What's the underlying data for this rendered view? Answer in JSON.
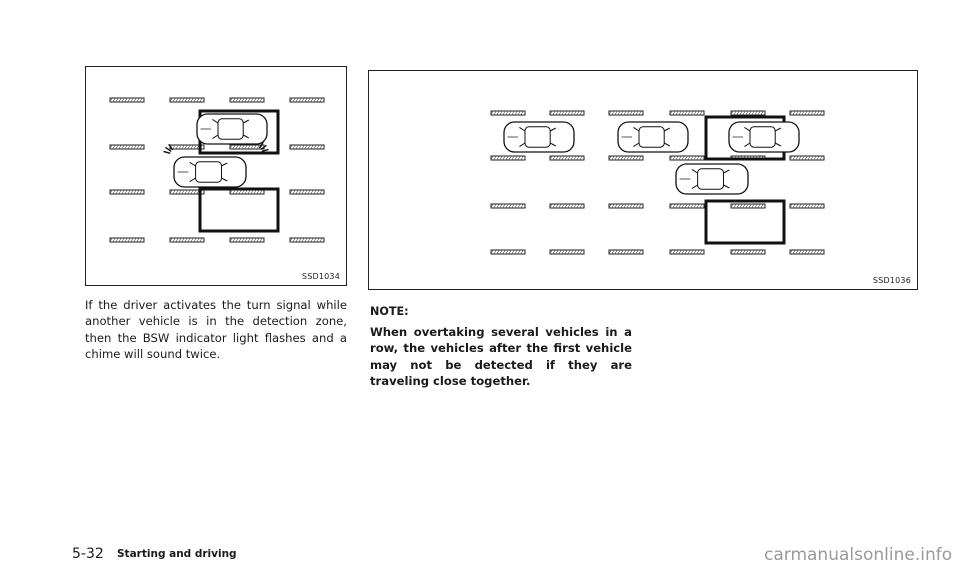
{
  "figure_left": {
    "code": "SSD1034"
  },
  "figure_right": {
    "code": "SSD1036"
  },
  "paragraph_left": "If the driver activates the turn signal while another vehicle is in the detection zone, then the BSW indicator light flashes and a chime will sound twice.",
  "note": {
    "heading": "NOTE:",
    "text": "When overtaking several vehicles in a row, the vehicles after the first vehicle may not be detected if they are traveling close together."
  },
  "footer": {
    "page_number": "5-32",
    "section": "Starting and driving",
    "watermark": "carmanualsonline.info"
  }
}
